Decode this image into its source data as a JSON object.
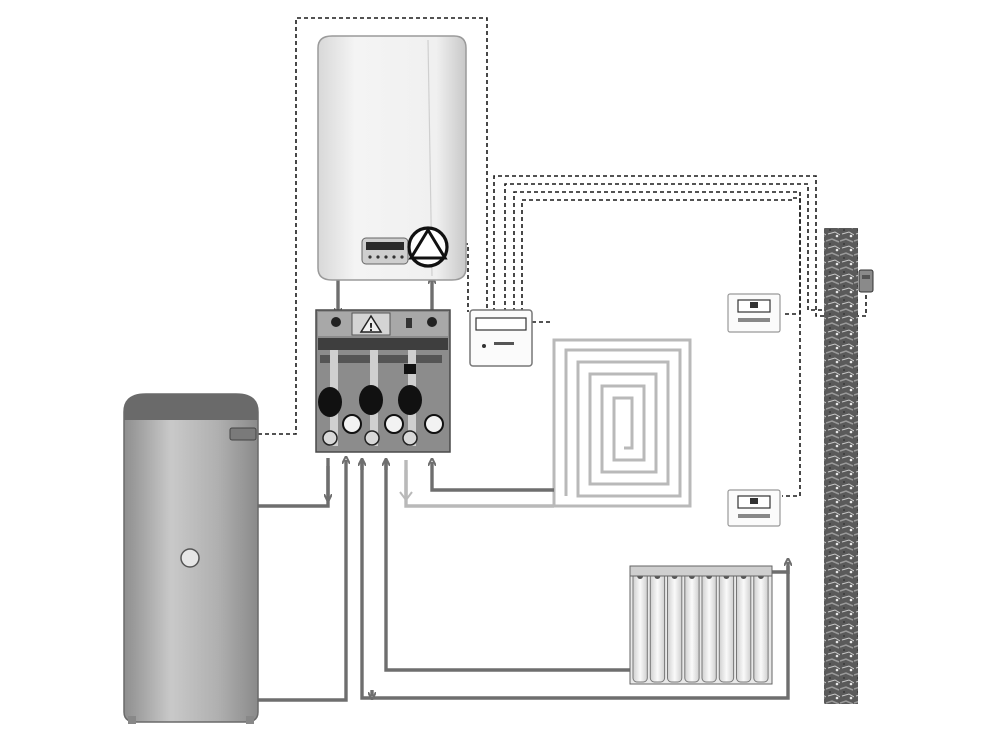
{
  "diagram": {
    "components": {
      "boiler": {
        "icon": "pump-triangle-icon"
      },
      "hydraulic_module": {
        "icon": "warning-triangle-icon",
        "warning_symbol": "!",
        "pumps": 3
      },
      "controller": {
        "icon": "controller-icon"
      },
      "water_tank": {
        "icon": "water-tank-icon"
      },
      "floor_heating": {
        "icon": "floor-heating-coil-icon"
      },
      "radiator": {
        "icon": "radiator-icon",
        "sections": 8
      },
      "room_thermostats": {
        "count": 2
      },
      "outdoor_sensor": {
        "icon": "outdoor-sensor-icon"
      }
    },
    "colors": {
      "background": "#ffffff",
      "control_wires": "#1a1a1a",
      "pipes": "#6e6e6e",
      "return_light": "#b9b9b9",
      "tank_body": "#a9a9a9",
      "module_body": "#8c8c8c"
    }
  }
}
